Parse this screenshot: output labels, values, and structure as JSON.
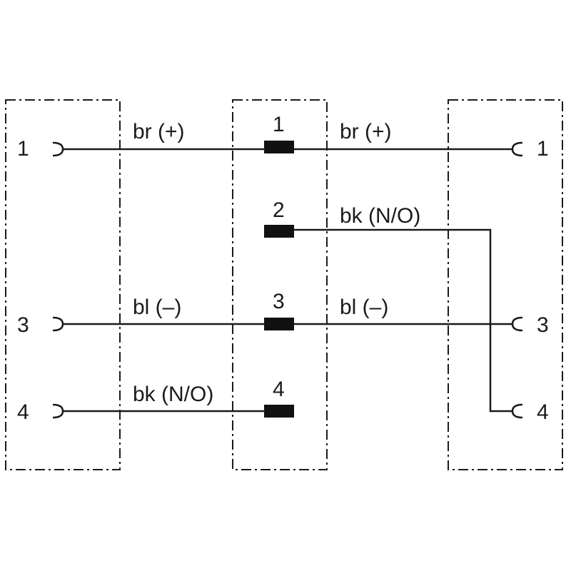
{
  "left_connector": {
    "pins": [
      "1",
      "3",
      "4"
    ]
  },
  "center_splitter": {
    "pins": [
      "1",
      "2",
      "3",
      "4"
    ]
  },
  "right_connector": {
    "pins": [
      "1",
      "3",
      "4"
    ]
  },
  "wires_left": [
    {
      "label": "br (+)"
    },
    {
      "label": "bl (–)"
    },
    {
      "label": "bk (N/O)"
    }
  ],
  "wires_right": [
    {
      "label": "br (+)"
    },
    {
      "label": "bk (N/O)"
    },
    {
      "label": "bl (–)"
    }
  ]
}
